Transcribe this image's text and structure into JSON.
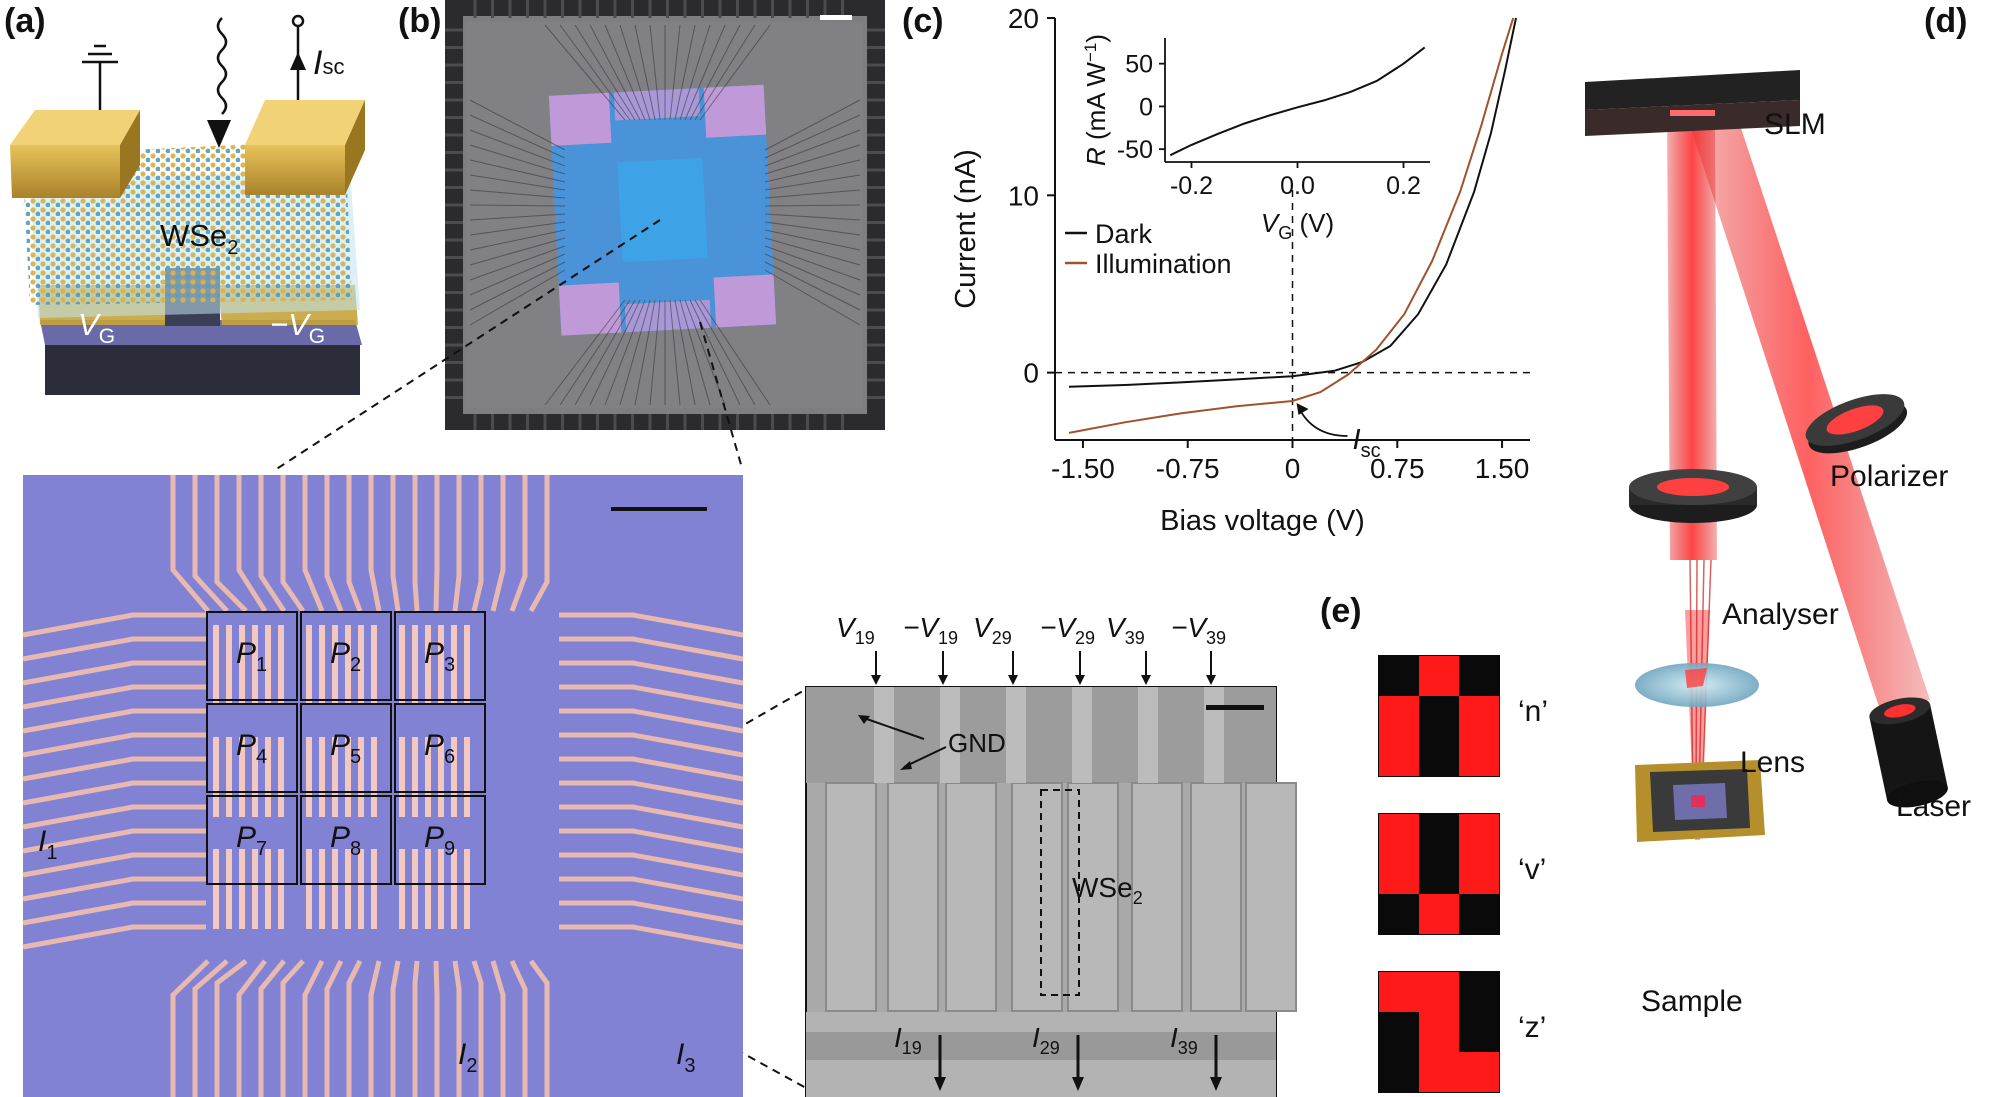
{
  "panels": {
    "a": "(a)",
    "b": "(b)",
    "c": "(c)",
    "d": "(d)",
    "e": "(e)"
  },
  "panel_a": {
    "material": "WSe",
    "material_sub": "2",
    "isc_main": "I",
    "isc_sub": "sc",
    "vg_left_main": "V",
    "vg_left_sub": "G",
    "vg_right_main": "−V",
    "vg_right_sub": "G"
  },
  "array": {
    "pixels": [
      {
        "main": "P",
        "sub": "1"
      },
      {
        "main": "P",
        "sub": "2"
      },
      {
        "main": "P",
        "sub": "3"
      },
      {
        "main": "P",
        "sub": "4"
      },
      {
        "main": "P",
        "sub": "5"
      },
      {
        "main": "P",
        "sub": "6"
      },
      {
        "main": "P",
        "sub": "7"
      },
      {
        "main": "P",
        "sub": "8"
      },
      {
        "main": "P",
        "sub": "9"
      }
    ],
    "currents": [
      {
        "main": "I",
        "sub": "1"
      },
      {
        "main": "I",
        "sub": "2"
      },
      {
        "main": "I",
        "sub": "3"
      }
    ]
  },
  "sem": {
    "voltages": [
      {
        "main": "V",
        "sub": "19"
      },
      {
        "main": "−V",
        "sub": "19"
      },
      {
        "main": "V",
        "sub": "29"
      },
      {
        "main": "−V",
        "sub": "29"
      },
      {
        "main": "V",
        "sub": "39"
      },
      {
        "main": "−V",
        "sub": "39"
      }
    ],
    "gnd": "GND",
    "material": "WSe",
    "material_sub": "2",
    "currents": [
      {
        "main": "I",
        "sub": "19"
      },
      {
        "main": "I",
        "sub": "29"
      },
      {
        "main": "I",
        "sub": "39"
      }
    ]
  },
  "panel_d": {
    "slm": "SLM",
    "polarizer": "Polarizer",
    "analyser": "Analyser",
    "lens": "Lens",
    "laser": "Laser",
    "sample": "Sample"
  },
  "panel_e": {
    "letters": [
      "‘n’",
      "‘v’",
      "‘z’"
    ]
  },
  "chart_data": {
    "type": "line",
    "xlabel": "Bias voltage (V)",
    "ylabel": "Current (nA)",
    "xlim": [
      -1.7,
      1.7
    ],
    "ylim": [
      -3.8,
      20
    ],
    "xticks": [
      -1.5,
      -0.75,
      0,
      0.75,
      1.5
    ],
    "xtick_labels": [
      "-1.50",
      "-0.75",
      "0",
      "0.75",
      "1.50"
    ],
    "yticks": [
      0,
      10,
      20
    ],
    "ytick_labels": [
      "0",
      "10",
      "20"
    ],
    "legend": "middle-left",
    "series": [
      {
        "name": "Dark",
        "color": "#111111",
        "x": [
          -1.6,
          -1.2,
          -0.8,
          -0.4,
          0,
          0.3,
          0.5,
          0.7,
          0.9,
          1.1,
          1.3,
          1.42,
          1.52,
          1.6
        ],
        "y": [
          -0.8,
          -0.7,
          -0.55,
          -0.38,
          -0.2,
          0.1,
          0.6,
          1.5,
          3.3,
          6.1,
          10.2,
          13.5,
          17.0,
          20.0
        ]
      },
      {
        "name": "Illumination",
        "color": "#a0522d",
        "x": [
          -1.6,
          -1.2,
          -0.8,
          -0.4,
          0,
          0.2,
          0.4,
          0.6,
          0.8,
          1.0,
          1.2,
          1.35,
          1.5,
          1.58
        ],
        "y": [
          -3.4,
          -2.8,
          -2.3,
          -1.9,
          -1.6,
          -1.1,
          -0.1,
          1.3,
          3.3,
          6.3,
          10.2,
          13.9,
          18.0,
          20.0
        ]
      }
    ],
    "annotation": {
      "main": "I",
      "sub": "sc",
      "x": 0,
      "y": -1.6
    },
    "inset": {
      "type": "line",
      "xlabel_main": "V",
      "xlabel_sub": "G",
      "xlabel_unit": "(V)",
      "ylabel_main": "R",
      "ylabel_unit": "(mA W",
      "xlim": [
        -0.25,
        0.25
      ],
      "ylim": [
        -65,
        80
      ],
      "xticks": [
        -0.2,
        0.0,
        0.2
      ],
      "xtick_labels": [
        "-0.2",
        "0.0",
        "0.2"
      ],
      "yticks": [
        -50,
        0,
        50
      ],
      "ytick_labels": [
        "-50",
        "0",
        "50"
      ],
      "series": [
        {
          "x": [
            -0.24,
            -0.2,
            -0.15,
            -0.1,
            -0.05,
            0.0,
            0.05,
            0.1,
            0.15,
            0.2,
            0.24
          ],
          "y": [
            -57,
            -45,
            -32,
            -20,
            -10,
            -1,
            7,
            17,
            30,
            50,
            69
          ],
          "color": "#111111"
        }
      ]
    }
  }
}
